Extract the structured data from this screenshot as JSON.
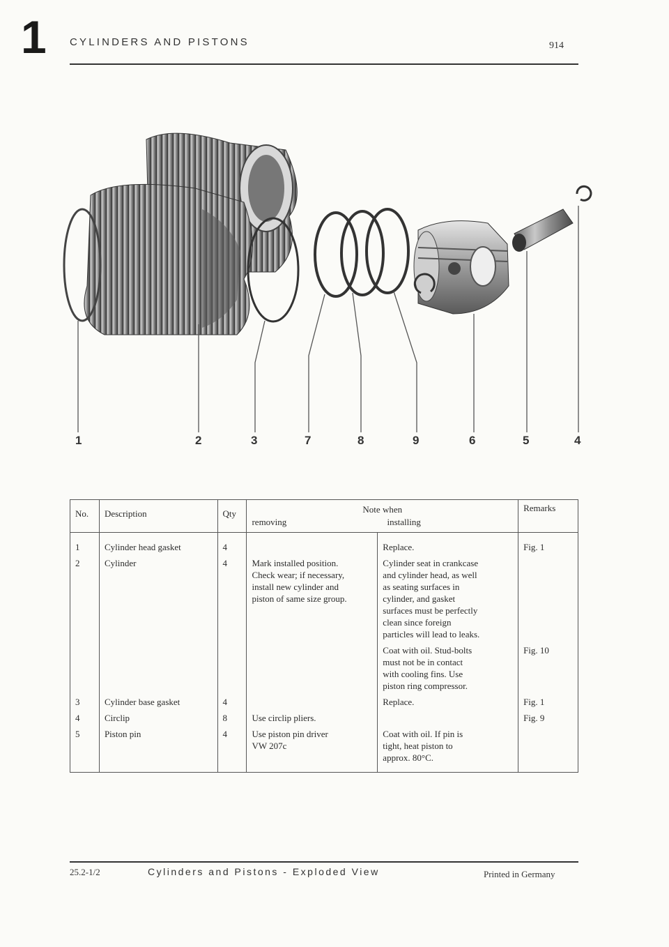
{
  "header": {
    "section": "1",
    "title": "CYLINDERS AND PISTONS",
    "model": "914"
  },
  "figure": {
    "part_labels": [
      "1",
      "2",
      "3",
      "7",
      "8",
      "9",
      "6",
      "5",
      "4"
    ]
  },
  "table": {
    "headers": {
      "no": "No.",
      "description": "Description",
      "qty": "Qty",
      "note_when": "Note when",
      "removing": "removing",
      "installing": "installing",
      "remarks": "Remarks"
    },
    "rows": [
      {
        "no": "1",
        "description": "Cylinder head gasket",
        "qty": "4",
        "removing": [],
        "installing": [
          "Replace."
        ],
        "remarks": "Fig. 1"
      },
      {
        "no": "2",
        "description": "Cylinder",
        "qty": "4",
        "removing": [
          "Mark installed position.",
          "Check wear; if necessary,",
          "install new cylinder and",
          "piston of same size group."
        ],
        "installing": [
          "Cylinder seat in crankcase",
          "and cylinder head, as well",
          "as seating surfaces in",
          "cylinder, and gasket",
          "surfaces must be perfectly",
          "clean since foreign",
          "particles will lead to leaks."
        ],
        "remarks": ""
      },
      {
        "no": "",
        "description": "",
        "qty": "",
        "removing": [],
        "installing": [
          "Coat with oil. Stud-bolts",
          "must not be in contact",
          "with cooling fins. Use",
          "piston ring compressor."
        ],
        "remarks": "Fig. 10"
      },
      {
        "no": "3",
        "description": "Cylinder base gasket",
        "qty": "4",
        "removing": [],
        "installing": [
          "Replace."
        ],
        "remarks": "Fig. 1"
      },
      {
        "no": "4",
        "description": "Circlip",
        "qty": "8",
        "removing": [
          "Use circlip pliers."
        ],
        "installing": [],
        "remarks": "Fig. 9"
      },
      {
        "no": "5",
        "description": "Piston pin",
        "qty": "4",
        "removing": [
          "Use piston pin driver",
          "VW 207c"
        ],
        "installing": [
          "Coat with oil. If pin is",
          "tight, heat piston to",
          "approx. 80°C."
        ],
        "remarks": ""
      }
    ]
  },
  "footer": {
    "code": "25.2-1/2",
    "title": "Cylinders and Pistons - Exploded View",
    "printed": "Printed in Germany"
  }
}
